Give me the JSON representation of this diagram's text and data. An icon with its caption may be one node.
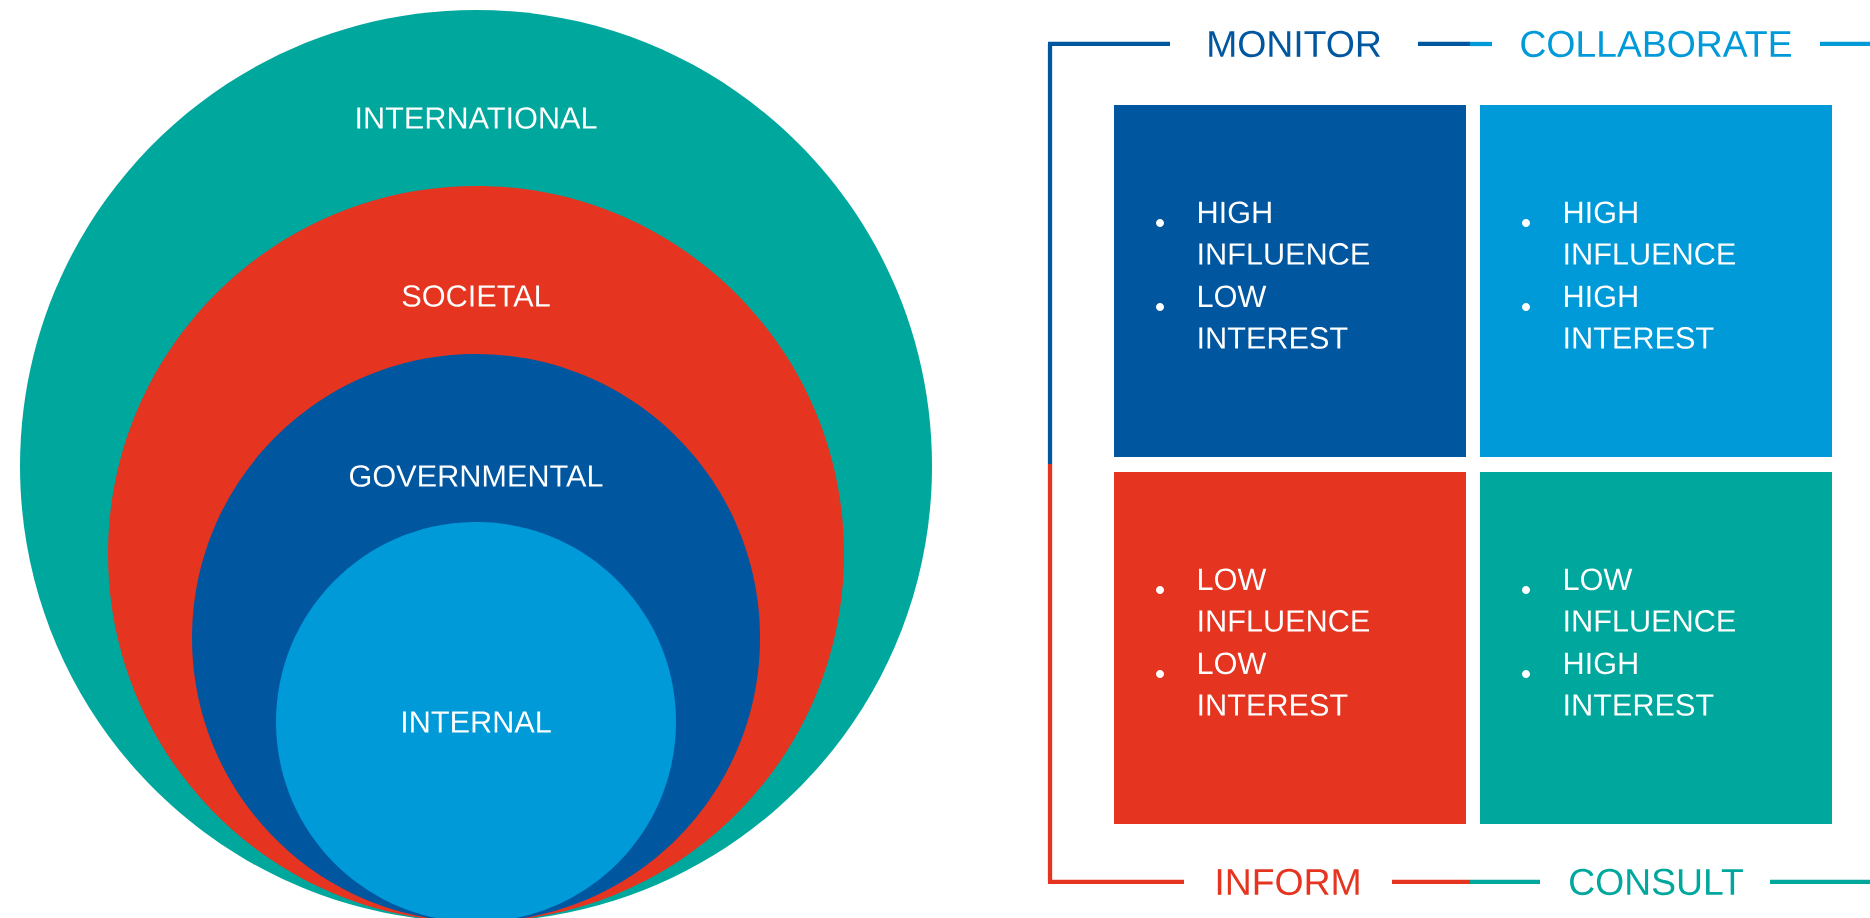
{
  "diagram": {
    "nodes": [
      {
        "text": [
          "INTERNATIONAL"
        ]
      },
      {
        "text": [
          "SOCIETAL"
        ],
        "in": 0
      },
      {
        "text": [
          "GOVERNMENTAL"
        ],
        "in": 1
      },
      {
        "text": [
          "INTERNAL"
        ],
        "in": 2
      },
      {
        "text": [
          "HIGH INFLUENCE",
          "LOW INTEREST"
        ]
      },
      {
        "text": [
          "HIGH INFLUENCE",
          "HIGH INTEREST"
        ]
      },
      {
        "text": [
          "LOW INFLUENCE",
          "LOW INTEREST"
        ]
      },
      {
        "text": [
          "LOW INFLUENCE",
          "HIGH INTEREST"
        ]
      }
    ],
    "labels": [
      "MONITOR",
      "COLLABORATE",
      "INFORM",
      "CONSULT"
    ]
  }
}
